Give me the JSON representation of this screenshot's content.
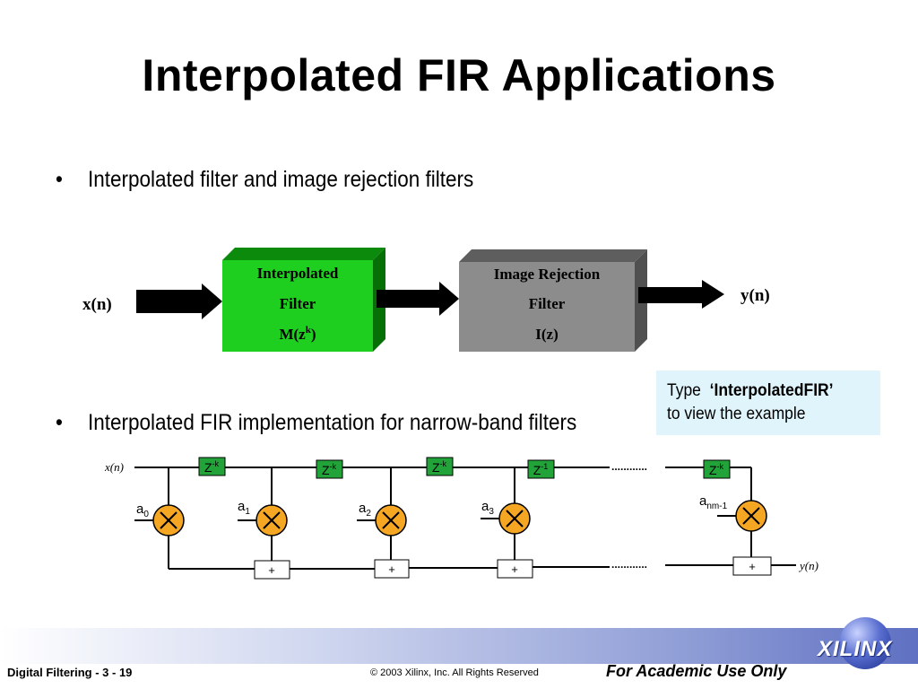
{
  "slide": {
    "title": "Interpolated FIR Applications",
    "bullet_glyph": "•",
    "bullet1": "Interpolated filter and image rejection filters",
    "bullet2": "Interpolated FIR implementation for narrow-band filters"
  },
  "block_diagram": {
    "input_label": "x(n)",
    "output_label": "y(n)",
    "interp_filter": {
      "line1": "Interpolated",
      "line2": "Filter",
      "line3_base": "M(z",
      "line3_sup": "k",
      "line3_end": ")",
      "color": "#1fcf1f"
    },
    "image_filter": {
      "line1": "Image Rejection",
      "line2": "Filter",
      "line3": "I(z)",
      "color": "#8c8c8c"
    }
  },
  "callout": {
    "prefix": "Type",
    "keyword": "‘InterpolatedFIR’",
    "line2": "to view the example",
    "bg_color": "#dff4fb"
  },
  "fir": {
    "input_label": "x(n)",
    "output_label": "y(n)",
    "delays": [
      {
        "base": "Z",
        "exp": "-k"
      },
      {
        "base": "Z",
        "exp": "-k"
      },
      {
        "base": "Z",
        "exp": "-k"
      },
      {
        "base": "Z",
        "exp": "-1"
      },
      {
        "base": "Z",
        "exp": "-k"
      }
    ],
    "coefficients": [
      {
        "base": "a",
        "sub": "0"
      },
      {
        "base": "a",
        "sub": "1"
      },
      {
        "base": "a",
        "sub": "2"
      },
      {
        "base": "a",
        "sub": "3"
      },
      {
        "base": "a",
        "sub": "nm-1"
      }
    ],
    "adder_label": "+",
    "ellipsis": "............",
    "delay_color": "#22a33a",
    "multiplier_color": "#f5a623"
  },
  "footer": {
    "left": "Digital Filtering  - 3 - 19",
    "middle": "© 2003 Xilinx, Inc. All Rights Reserved",
    "right": "For Academic Use Only",
    "logo_text": "XILINX"
  }
}
